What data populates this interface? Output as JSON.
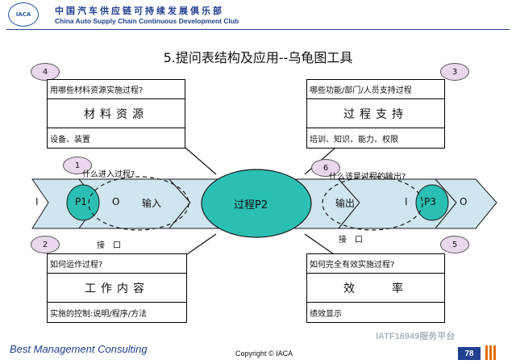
{
  "header": {
    "logo_text": "IACA",
    "org_cn": "中国汽车供应链可持续发展俱乐部",
    "org_en": "China Auto Supply Chain Continuous Development Club"
  },
  "title": "5.提问表结构及应用--乌龟图工具",
  "boxes": {
    "top_left": {
      "number": "4",
      "question": "用哪些材料资源实施过程?",
      "heading": "材料资源",
      "detail": "设备、装置"
    },
    "top_right": {
      "number": "3",
      "question": "哪些功能/部门/人员支持过程",
      "heading": "过程支持",
      "detail": "培训、知识、能力、权限"
    },
    "bottom_left": {
      "number": "2",
      "question": "如何运作过程?",
      "heading": "工作内容",
      "detail": "实施的控制:说明/程序/方法"
    },
    "bottom_right": {
      "number": "5",
      "question": "如何完全有效实施过程?",
      "heading": "效　　率",
      "detail": "绩效显示"
    }
  },
  "flow": {
    "left": {
      "number": "1",
      "question": "什么进入过程?",
      "i_label": "I",
      "process": "P1",
      "o_label": "O",
      "input": "输入",
      "interface": "接　口"
    },
    "center": {
      "process": "过程P2"
    },
    "right": {
      "number": "6",
      "question": "什么该是过程的输出?",
      "output": "输出",
      "i_label": "I",
      "process": "P3",
      "o_label": "O",
      "interface": "接　口"
    }
  },
  "colors": {
    "arrow_fill": "#cfe5ef",
    "teal": "#2bbfb3",
    "purple_oval": "#e9d7ec",
    "brand_blue": "#1f3f8f"
  },
  "footer": {
    "left": "Best Management Consulting",
    "copyright": "Copyright © IACA",
    "page": "78",
    "watermark": "IATF16949服务平台"
  }
}
